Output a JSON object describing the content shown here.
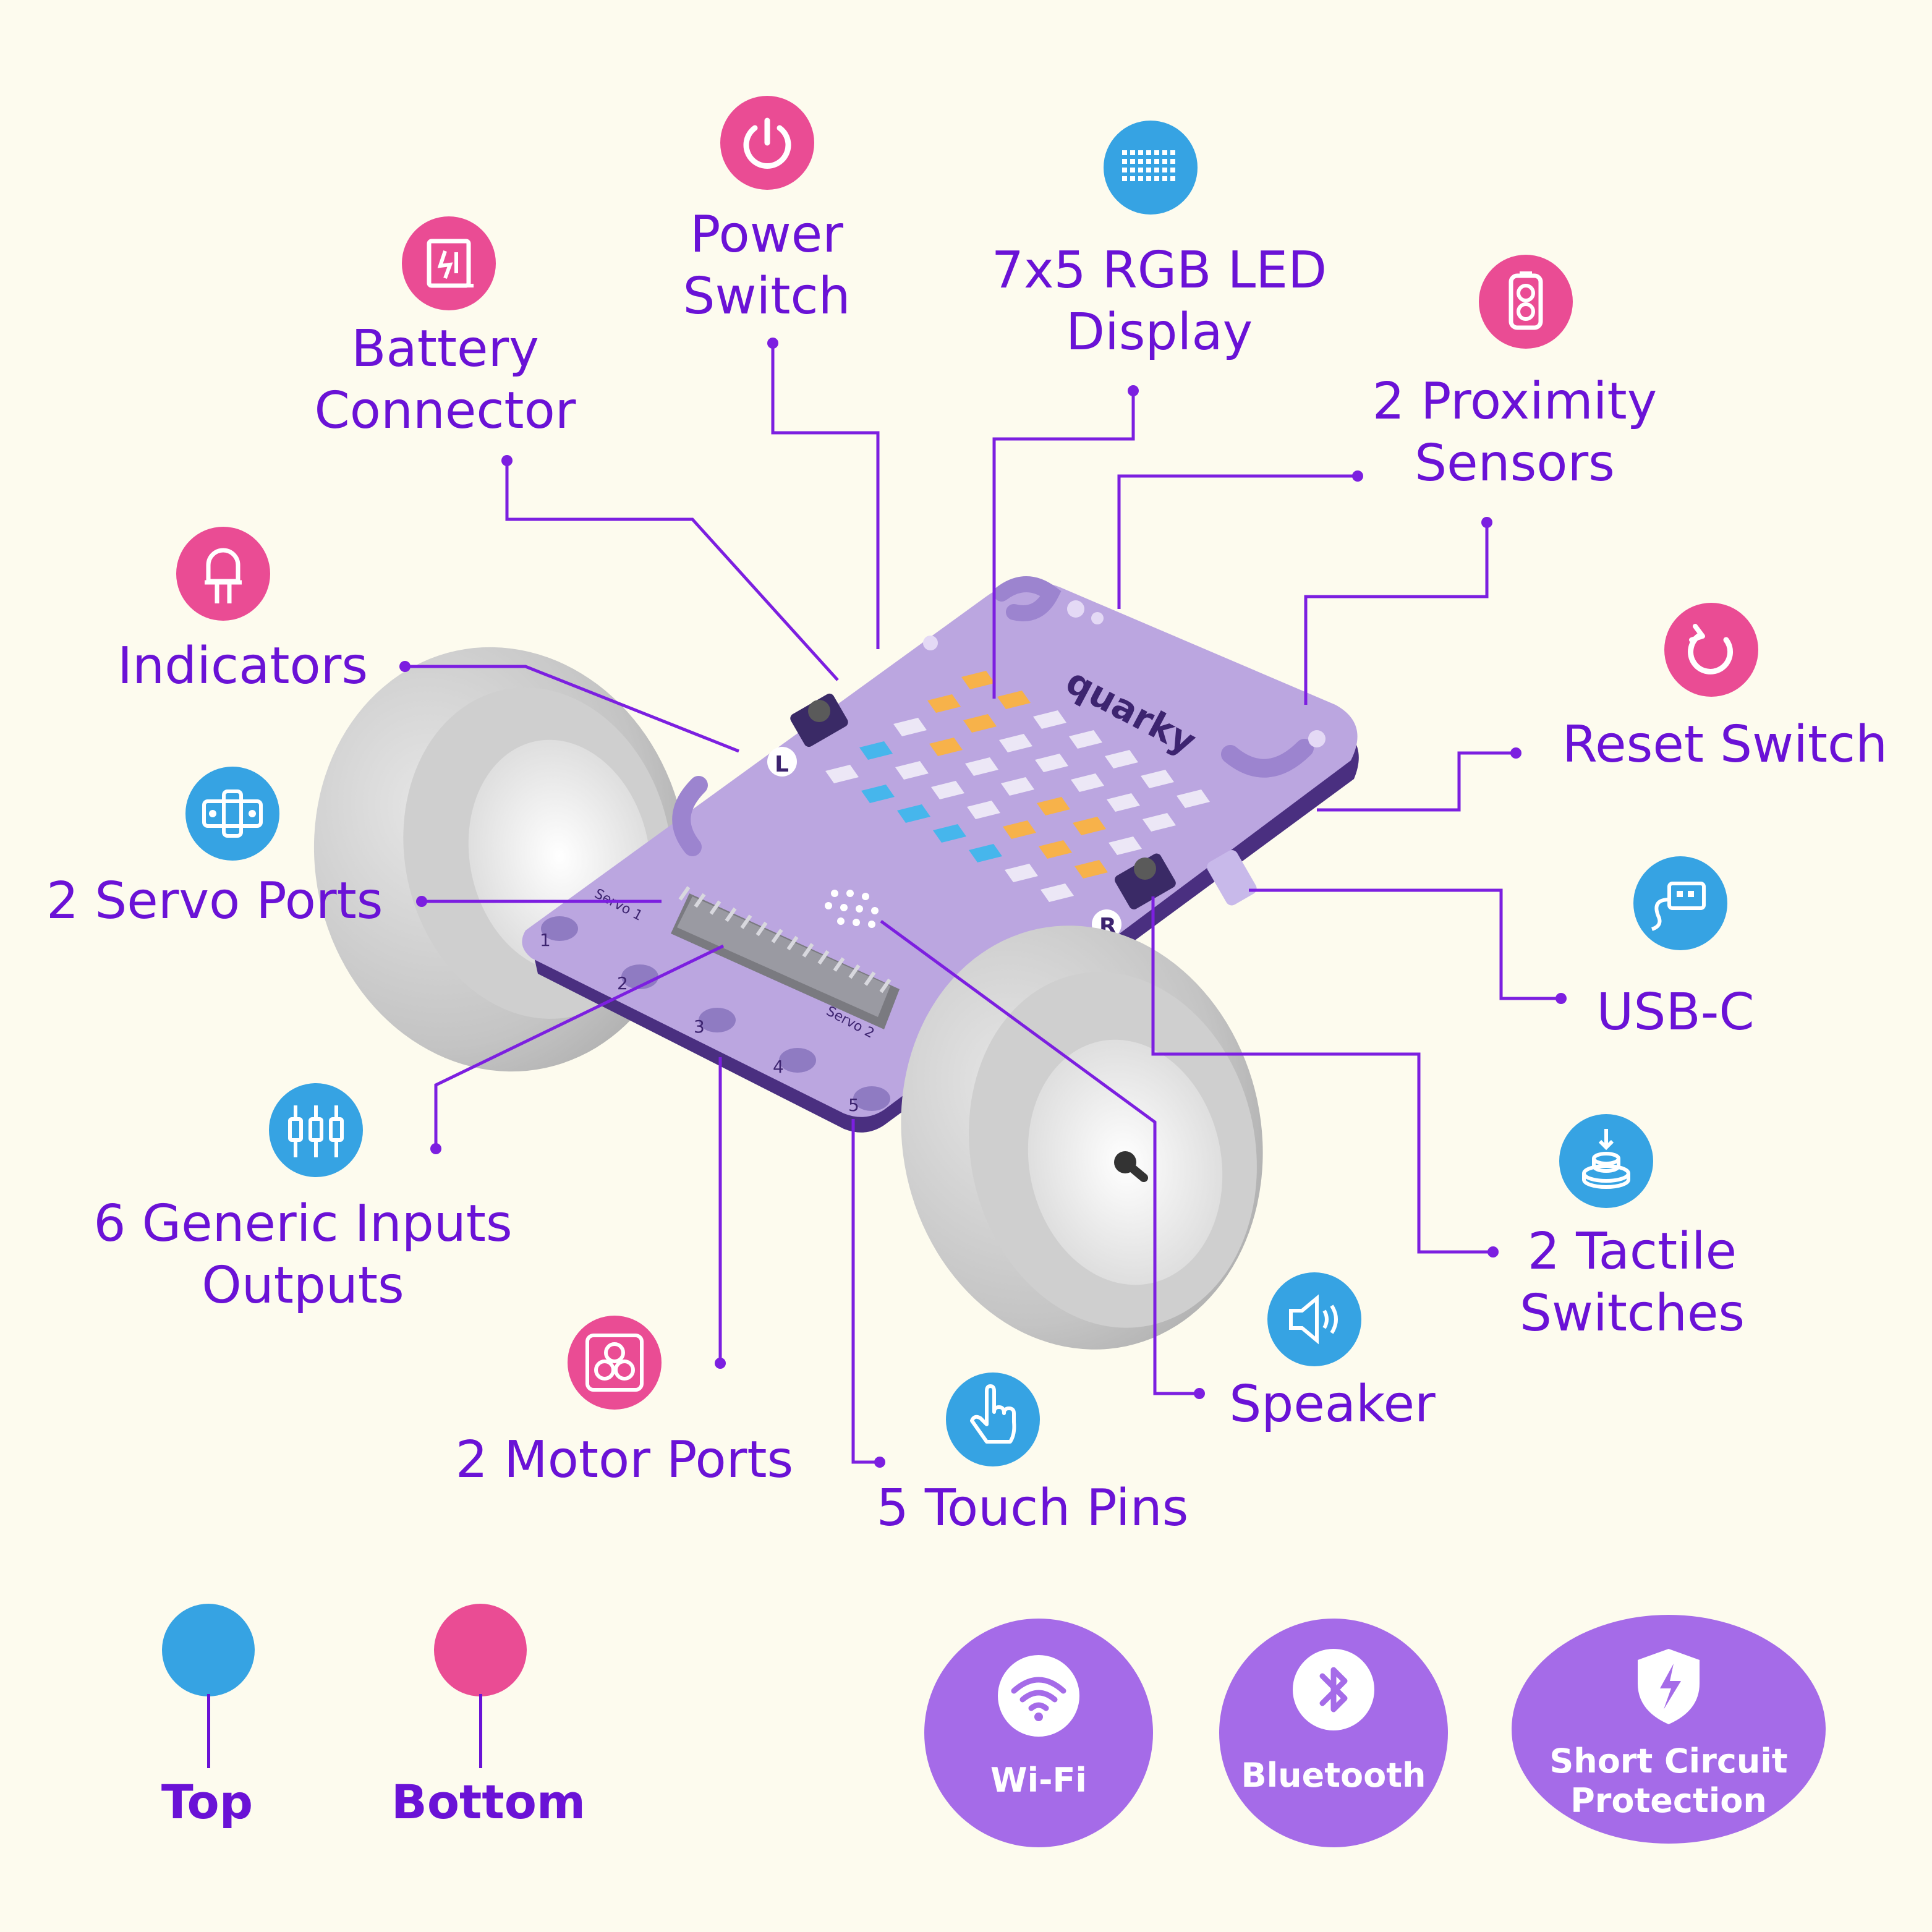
{
  "labels": {
    "power_switch": [
      "Power",
      "Switch"
    ],
    "led_display": [
      "7x5 RGB LED",
      "Display"
    ],
    "battery_connector": [
      "Battery",
      "Connector"
    ],
    "proximity_sensors": [
      "2 Proximity",
      "Sensors"
    ],
    "indicators": "Indicators",
    "reset_switch": "Reset Switch",
    "servo_ports": "2 Servo Ports",
    "usb_c": "USB-C",
    "generic_io": [
      "6 Generic Inputs",
      "Outputs"
    ],
    "tactile_switches": [
      "2 Tactile",
      "Switches"
    ],
    "speaker": "Speaker",
    "motor_ports": "2 Motor Ports",
    "touch_pins": "5 Touch Pins"
  },
  "board": {
    "brand": "quarky",
    "marks": [
      "L",
      "R",
      "1",
      "2",
      "3",
      "4",
      "5"
    ],
    "silkscreen": [
      "Servo 1",
      "Servo 2"
    ]
  },
  "legend": {
    "top_label": "Top",
    "bottom_label": "Bottom",
    "top_color": "#36a3e3",
    "bottom_color": "#ea4c94"
  },
  "features": {
    "wifi": "Wi-Fi",
    "bluetooth": "Bluetooth",
    "short_circuit": [
      "Short Circuit",
      "Protection"
    ]
  },
  "colors": {
    "label": "#6a12d6",
    "leader_line": "#7c1fe0",
    "board": "#bba6e0",
    "feature_badge": "#a56be8",
    "background": "#fdfbee"
  },
  "icons": {
    "power_switch": "power-icon",
    "led_display": "led-grid-icon",
    "battery_connector": "battery-connector-icon",
    "proximity_sensors": "proximity-sensor-icon",
    "indicators": "led-indicator-icon",
    "reset_switch": "reset-icon",
    "servo_ports": "servo-icon",
    "usb_c": "usb-icon",
    "generic_io": "io-pins-icon",
    "tactile_switches": "tactile-switch-icon",
    "speaker": "speaker-icon",
    "motor_ports": "motor-fan-icon",
    "touch_pins": "touch-hand-icon"
  }
}
